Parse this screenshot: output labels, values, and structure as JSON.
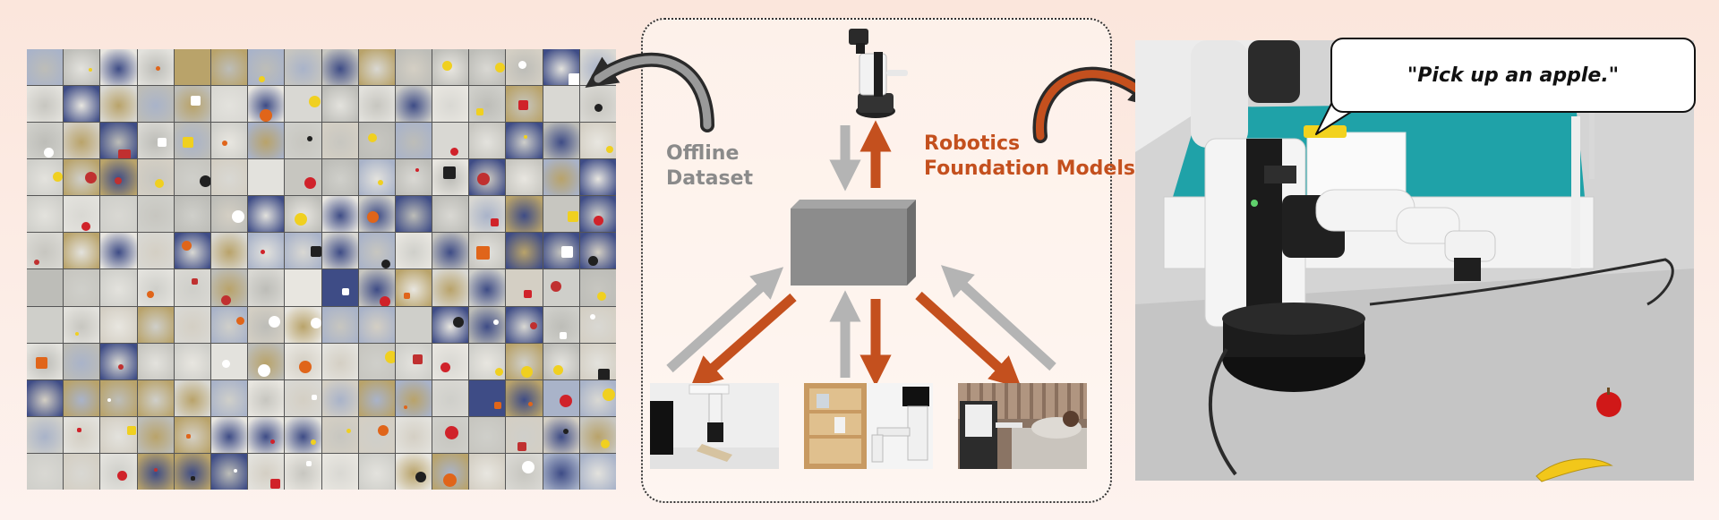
{
  "labels": {
    "offline_dataset": "Offline\nDataset",
    "foundation_models": "Robotics\nFoundation Models",
    "instruction": "\"Pick up an apple.\""
  },
  "colors": {
    "accent_orange": "#c4501e",
    "dataset_gray": "#8a8a8a",
    "arrow_gray": "#b4b4b4",
    "block_gray": "#8c8c8c"
  },
  "mosaic": {
    "columns": 16,
    "rows": 12
  }
}
